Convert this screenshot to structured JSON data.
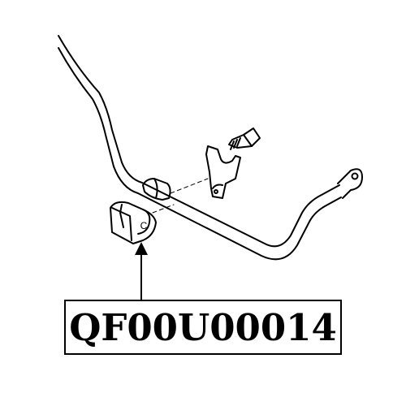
{
  "part_number": "QF00U00014",
  "colors": {
    "line": "#000000",
    "background": "#ffffff"
  },
  "components": [
    {
      "id": "stabilizer-bar",
      "highlighted": false
    },
    {
      "id": "bushing",
      "highlighted": true,
      "marker": "C"
    },
    {
      "id": "bracket",
      "highlighted": false
    },
    {
      "id": "bolt",
      "highlighted": false
    },
    {
      "id": "end-link-eye",
      "highlighted": false
    }
  ],
  "labels": {
    "bushing_marker": "C"
  }
}
